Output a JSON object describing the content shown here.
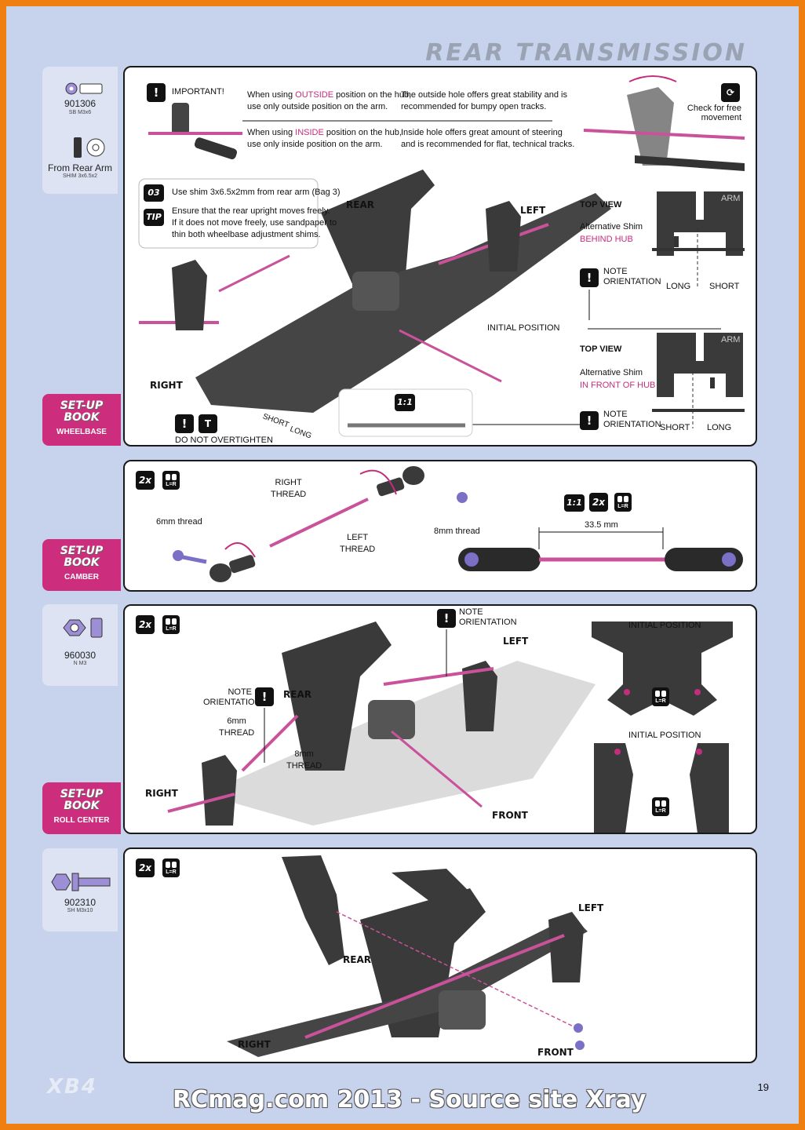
{
  "header": {
    "title": "REAR TRANSMISSION"
  },
  "parts": {
    "p1": {
      "number": "901306",
      "desc": "SB M3x6"
    },
    "p2": {
      "name": "From Rear Arm",
      "desc": "SHIM 3x6.5x2"
    },
    "p3": {
      "number": "960030",
      "desc": "N M3"
    },
    "p4": {
      "number": "902310",
      "desc": "SH M3x10"
    }
  },
  "badges": {
    "book": "SET-UP BOOK",
    "b1": "WHEELBASE",
    "b2": "CAMBER",
    "b3": "ROLL CENTER"
  },
  "step1": {
    "important": "IMPORTANT!",
    "outside_pre": "When using ",
    "outside_hl": "OUTSIDE",
    "outside_post": " position on the hub,",
    "outside_line2": "use only outside position on the arm.",
    "inside_pre": "When using ",
    "inside_hl": "INSIDE",
    "inside_post": " position on the hub,",
    "inside_line2": "use only inside position on the arm.",
    "outside_note1": "The outside hole offers great stability and is",
    "outside_note2": "recommended for bumpy open tracks.",
    "inside_note1": "Inside hole offers great amount of steering",
    "inside_note2": "and is recommended for flat, technical tracks.",
    "check1": "Check for free",
    "check2": "movement",
    "bag": "03",
    "shim_note": "Use shim 3x6.5x2mm from rear arm (Bag 3)",
    "tip": "TIP",
    "tip1": "Ensure that the rear upright moves freely.",
    "tip2": "If it does not move freely, use sandpaper to",
    "tip3": "thin both wheelbase adjustment shims.",
    "rear": "REAR",
    "left": "LEFT",
    "right": "RIGHT",
    "top_view": "TOP VIEW",
    "alt_shim": "Alternative Shim",
    "behind_hub": "BEHIND HUB",
    "in_front_hub": "IN FRONT OF HUB",
    "arm": "ARM",
    "note1": "NOTE",
    "note2": "ORIENTATION",
    "long": "LONG",
    "short": "SHORT",
    "initial": "INITIAL POSITION",
    "ratio": "1:1",
    "short_l": "SHORT",
    "long_l": "LONG",
    "overtighten": "DO NOT OVERTIGHTEN"
  },
  "step2": {
    "qty": "2x",
    "lr": "L=R",
    "right_thread1": "RIGHT",
    "right_thread2": "THREAD",
    "left_thread1": "LEFT",
    "left_thread2": "THREAD",
    "six_mm": "6mm thread",
    "eight_mm": "8mm thread",
    "ratio": "1:1",
    "dim": "33.5 mm"
  },
  "step3": {
    "qty": "2x",
    "lr": "L=R",
    "note1": "NOTE",
    "note2": "ORIENTATION",
    "left": "LEFT",
    "rear": "REAR",
    "right": "RIGHT",
    "front": "FRONT",
    "six1": "6mm",
    "six2": "THREAD",
    "eight1": "8mm",
    "eight2": "THREAD",
    "initial_a": "INITIAL POSITION",
    "initial_b": "INITIAL POSITION"
  },
  "step4": {
    "qty": "2x",
    "lr": "L=R",
    "left": "LEFT",
    "rear": "REAR",
    "right": "RIGHT",
    "front": "FRONT"
  },
  "footer": {
    "model": "XB4",
    "page": "19",
    "watermark": "RCmag.com 2013 - Source site Xray"
  },
  "colors": {
    "accent": "#cc2e7d",
    "orange": "#f07f12",
    "background": "#c7d2ec"
  }
}
